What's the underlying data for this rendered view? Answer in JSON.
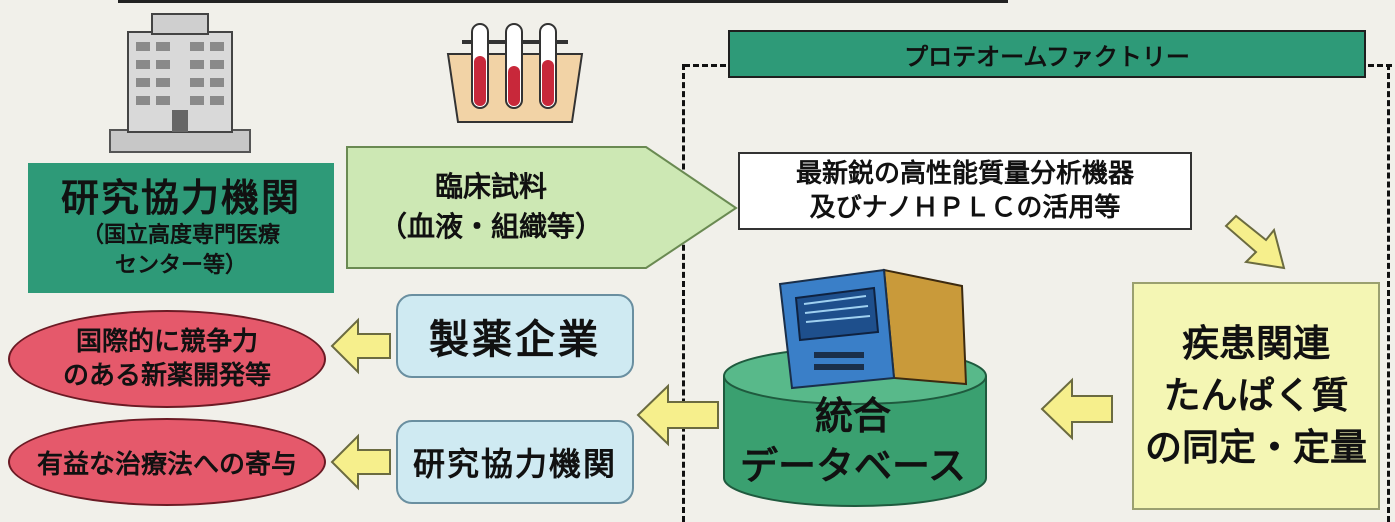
{
  "factory": {
    "title": "プロテオームファクトリー"
  },
  "research_org": {
    "title": "研究協力機関",
    "subtitle_line1": "（国立高度専門医療",
    "subtitle_line2": "センター等）"
  },
  "clinical_sample": {
    "line1": "臨床試料",
    "line2": "（血液・組織等）"
  },
  "hplc": {
    "line1": "最新鋭の高性能質量分析機器",
    "line2": "及びナノＨＰＬＣの活用等"
  },
  "disease_protein": {
    "line1": "疾患関連",
    "line2": "たんぱく質",
    "line3": "の同定・定量"
  },
  "database": {
    "line1": "統合",
    "line2": "データベース"
  },
  "users": {
    "pharma": "製薬企業",
    "research": "研究協力機関"
  },
  "outcomes": {
    "drug_dev_line1": "国際的に競争力",
    "drug_dev_line2": "のある新薬開発等",
    "therapy": "有益な治療法への寄与"
  },
  "icons": [
    "hospital-building-icon",
    "test-tubes-icon",
    "computer-server-icon"
  ],
  "colors": {
    "green": "#2e9a78",
    "light_green": "#cde8b4",
    "light_blue": "#cfeaf2",
    "red": "#e5596b",
    "yellow_box": "#f4f6b4",
    "arrow_yellow": "#f6ef8c"
  }
}
